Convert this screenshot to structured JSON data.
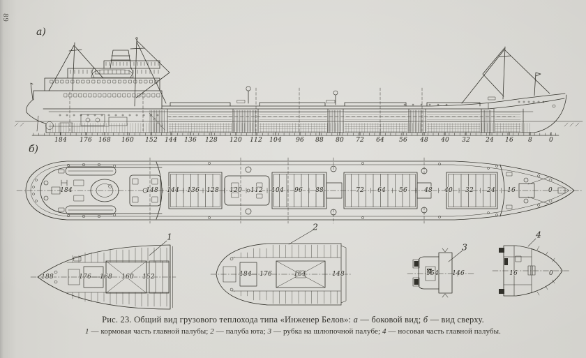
{
  "page": {
    "number": "89"
  },
  "colors": {
    "paper": "#d8d7d2",
    "ink": "#32312b"
  },
  "figure": {
    "view_a_label": "а)",
    "view_b_label": "б)",
    "side_view_frames": [
      "184",
      "176",
      "168",
      "160",
      "152",
      "144",
      "136",
      "128",
      "120",
      "112",
      "104",
      "96",
      "88",
      "80",
      "72",
      "64",
      "56",
      "48",
      "40",
      "32",
      "24",
      "16",
      "8",
      "0"
    ],
    "plan_view_frames": [
      "184",
      "148",
      "144",
      "136",
      "128",
      "120",
      "112",
      "104",
      "96",
      "88",
      "72",
      "64",
      "56",
      "48",
      "40",
      "32",
      "24",
      "16",
      "0"
    ],
    "sections": [
      {
        "callout": "1",
        "frames": [
          "188",
          "176",
          "168",
          "160",
          "152"
        ]
      },
      {
        "callout": "2",
        "frames": [
          "184",
          "176",
          "164",
          "148"
        ]
      },
      {
        "callout": "3",
        "frames": [
          "154",
          "146"
        ]
      },
      {
        "callout": "4",
        "frames": [
          "16",
          "0"
        ]
      }
    ],
    "caption_line1": [
      {
        "text": "Рис. 23.",
        "italic": false
      },
      {
        "text": "  Общий вид грузового теплохода типа «Инженер Белов»: ",
        "italic": false
      },
      {
        "text": "а",
        "italic": true
      },
      {
        "text": " — боковой вид; ",
        "italic": false
      },
      {
        "text": "б",
        "italic": true
      },
      {
        "text": " — вид сверху.",
        "italic": false
      }
    ],
    "caption_line2": [
      {
        "text": "1",
        "italic": true
      },
      {
        "text": " — кормовая часть главной палубы;  ",
        "italic": false
      },
      {
        "text": "2",
        "italic": true
      },
      {
        "text": " — палуба юта;  ",
        "italic": false
      },
      {
        "text": "3",
        "italic": true
      },
      {
        "text": " — рубка на шлюпочной палубе;  ",
        "italic": false
      },
      {
        "text": "4",
        "italic": true
      },
      {
        "text": " — носовая часть главной палубы.",
        "italic": false
      }
    ]
  }
}
